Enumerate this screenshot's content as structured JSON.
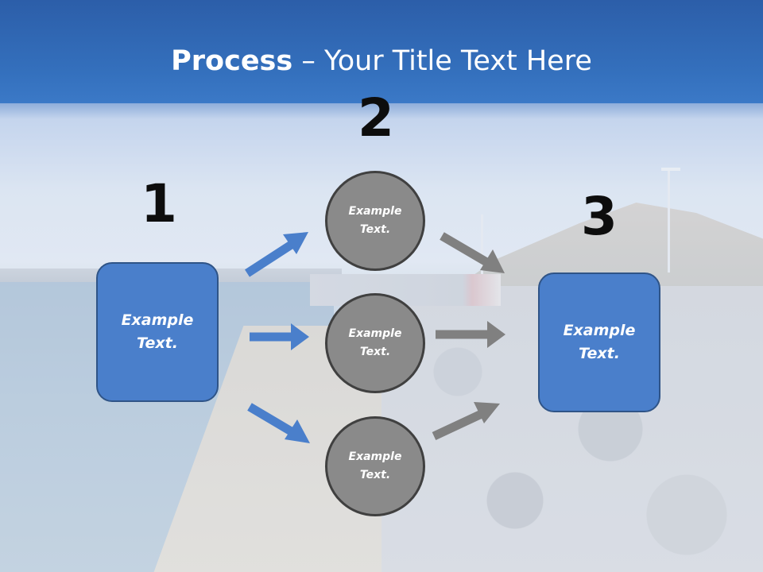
{
  "slide": {
    "title_bold": "Process",
    "title_rest": " – Your Title Text Here"
  },
  "steps": {
    "one": "1",
    "two": "2",
    "three": "3"
  },
  "boxes": {
    "left_line1": "Example",
    "left_line2": "Text.",
    "right_line1": "Example",
    "right_line2": "Text."
  },
  "circles": {
    "top_line1": "Example",
    "top_line2": "Text.",
    "mid_line1": "Example",
    "mid_line2": "Text.",
    "bot_line1": "Example",
    "bot_line2": "Text."
  },
  "colors": {
    "header_blue": "#2f63ae",
    "box_fill": "#4a7fcb",
    "box_border": "#2f5487",
    "circle_fill": "#8a8a8a",
    "circle_border": "#404040",
    "arrow_blue": "#4a7fcb",
    "arrow_gray": "#808080"
  }
}
